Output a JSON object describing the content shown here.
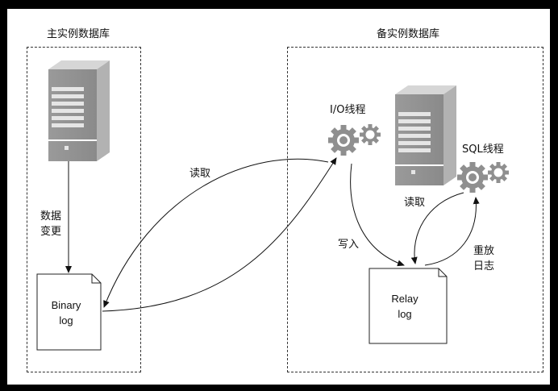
{
  "primary": {
    "title": "主实例数据库",
    "data_change_line1": "数据",
    "data_change_line2": "变更",
    "binary_line1": "Binary",
    "binary_line2": "log"
  },
  "standby": {
    "title": "备实例数据库",
    "io_thread": "I/O线程",
    "sql_thread": "SQL线程",
    "relay_line1": "Relay",
    "relay_line2": "log",
    "read_local": "读取",
    "replay_line1": "重放",
    "replay_line2": "日志",
    "write": "写入"
  },
  "cross_read": "读取"
}
